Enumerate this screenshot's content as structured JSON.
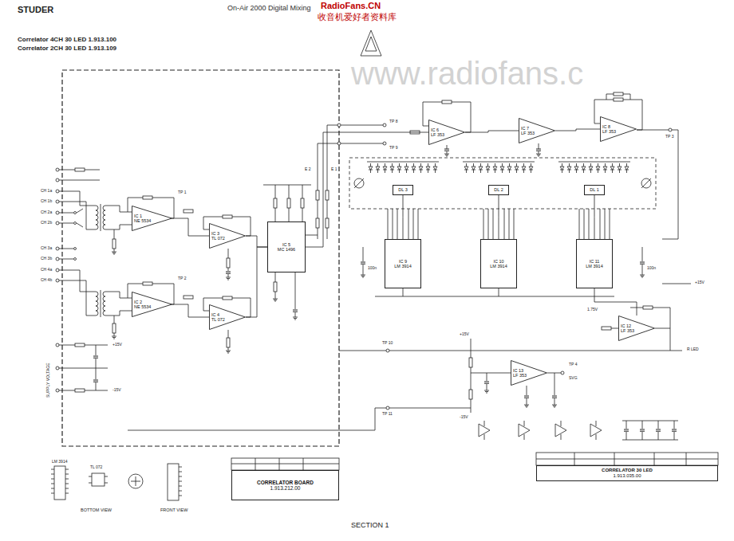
{
  "diagram": {
    "nodes": [
      {
        "text": [
          "IC 1",
          "NE 5534"
        ]
      },
      {
        "text": [
          "IC 2",
          "NE 5534"
        ]
      },
      {
        "text": [
          "IC 3",
          "TL 072"
        ]
      },
      {
        "text": [
          "IC 4",
          "TL 072"
        ]
      },
      {
        "text": [
          "IC 5",
          "MC 1496"
        ]
      },
      {
        "text": [
          "IC 6",
          "LF 353"
        ]
      },
      {
        "text": [
          "IC 7",
          "LF 353"
        ]
      },
      {
        "text": [
          "IC 8",
          "LF 353"
        ]
      },
      {
        "text": [
          "IC 9",
          "LM 3914"
        ]
      },
      {
        "text": [
          "IC 10",
          "LM 3914"
        ]
      },
      {
        "text": [
          "IC 11",
          "LM 3914"
        ]
      },
      {
        "text": [
          "IC 12",
          "LF 353"
        ]
      },
      {
        "text": [
          "IC 13",
          "LF 353"
        ]
      },
      {
        "text": [
          "DL 3"
        ]
      },
      {
        "text": [
          "DL 2"
        ]
      },
      {
        "text": [
          "DL 1"
        ]
      },
      {
        "text": [
          "CORRELATOR BOARD",
          "1.913.212.00"
        ]
      },
      {
        "text": [
          "CORRELATOR 30 LED",
          "1.913.035.00"
        ]
      }
    ],
    "edges": [
      {
        "from": 0,
        "to": 2,
        "arrow": "none"
      },
      {
        "from": 1,
        "to": 3,
        "arrow": "none"
      },
      {
        "from": 2,
        "to": 4,
        "arrow": "none"
      },
      {
        "from": 3,
        "to": 4,
        "arrow": "none"
      },
      {
        "from": 4,
        "to": 5,
        "arrow": "none"
      },
      {
        "from": 5,
        "to": 6,
        "arrow": "none"
      },
      {
        "from": 6,
        "to": 7,
        "arrow": "none"
      },
      {
        "from": 8,
        "to": 13,
        "arrow": "none"
      },
      {
        "from": 9,
        "to": 14,
        "arrow": "none"
      },
      {
        "from": 10,
        "to": 15,
        "arrow": "none"
      },
      {
        "from": 11,
        "to": 10,
        "arrow": "none"
      }
    ],
    "labels": [
      "STUDER",
      "On-Air 2000 Digital Mixing",
      "RadioFans.CN",
      "收音机爱好者资料库",
      "Correlator 4CH 30 LED 1.913.100",
      "Correlator 2CH 30 LED 1.913.109",
      "www.radiofans.c",
      "SECTION 1",
      "BOTTOM VIEW",
      "FRONT VIEW",
      "LM 3914",
      "TL 072",
      "CH 1a",
      "CH 1b",
      "CH 2a",
      "CH 2b",
      "CH 3a",
      "CH 3b",
      "CH 4a",
      "CH 4b",
      "SUPPLY VOLTAGE",
      "+15V",
      "-15V",
      "TP 1",
      "TP 2",
      "E 2",
      "E 1",
      "TP 8",
      "TP 9",
      "TP 3",
      "TP 10",
      "TP 11",
      "TP 4",
      "SVG",
      "R LED",
      "+15V",
      "-15V",
      "+15V",
      "1.75V",
      "100n",
      "100n"
    ]
  }
}
